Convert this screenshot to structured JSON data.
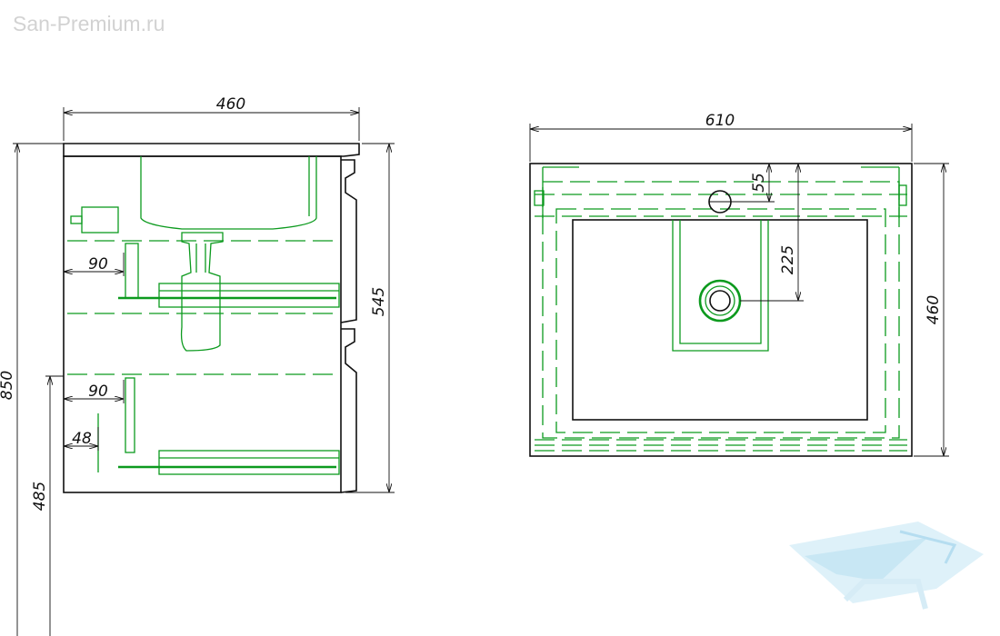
{
  "watermark": "San-Premium.ru",
  "side_view": {
    "width_label": "460",
    "body_height_label": "545",
    "total_height_label": "850",
    "floor_height_label": "485",
    "upper_offset_label": "90",
    "lower_offset_label": "90",
    "inner_offset_label": "48"
  },
  "top_view": {
    "width_label": "610",
    "depth_label": "460",
    "tap_hole_label": "55",
    "drain_label": "225"
  },
  "colors": {
    "line": "#111111",
    "hidden": "#0c9a1e",
    "logo": "#bfe3f3"
  },
  "logo_icon": "bathtub-logo-icon"
}
